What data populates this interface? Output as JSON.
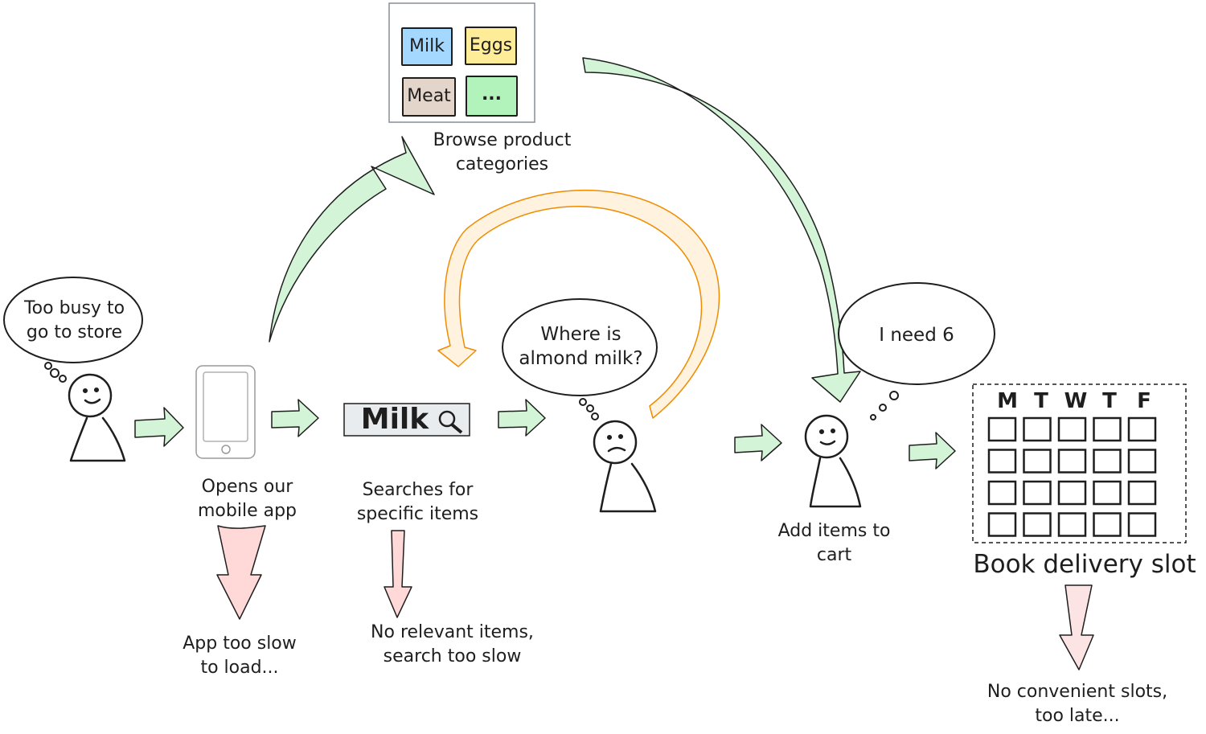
{
  "colors": {
    "ink": "#1e1e1e",
    "green_fill": "#d3f4d6",
    "green_stroke": "#2f9e44",
    "orange_fill": "#fff3e0",
    "orange_stroke": "#f08c00",
    "red_fill": "#ffd8d8",
    "red_stroke": "#c92a2a",
    "milk_tile": "#a5d8ff",
    "eggs_tile": "#ffec99",
    "meat_tile": "#e3d5ca",
    "more_tile": "#b2f2bb"
  },
  "thoughts": {
    "busy": "Too busy to go to store",
    "almond": "Where is almond milk?",
    "need": "I need 6"
  },
  "steps": {
    "open_app": "Opens our mobile app",
    "search": "Searches for specific items",
    "browse": "Browse product categories",
    "add_cart": "Add items to cart",
    "book": "Book delivery slot"
  },
  "search_box": {
    "query": "Milk",
    "icon": "magnifier-icon"
  },
  "categories": [
    "Milk",
    "Eggs",
    "Meat",
    "..."
  ],
  "calendar": {
    "days": [
      "M",
      "T",
      "W",
      "T",
      "F"
    ],
    "rows": 4
  },
  "pain_points": {
    "app_slow": "App too slow to load...",
    "search_slow": "No relevant items, search too slow",
    "slots": "No convenient slots, too late..."
  }
}
